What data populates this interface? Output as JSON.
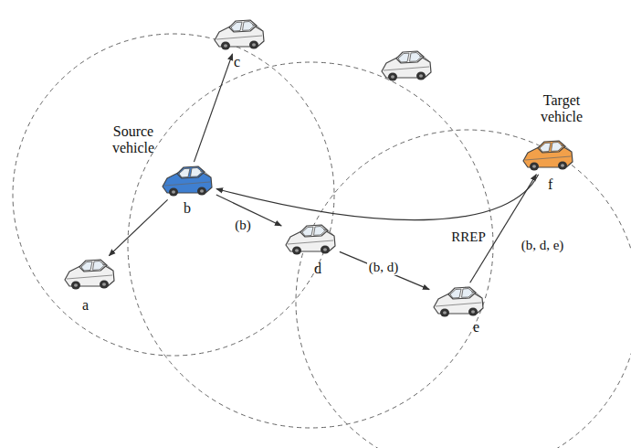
{
  "diagram": {
    "nodes": [
      {
        "text": [
          "Source vehicle",
          "b"
        ]
      },
      {
        "text": [
          "c"
        ]
      },
      {
        "text": [
          "a"
        ]
      },
      {
        "text": [
          "d"
        ]
      },
      {
        "text": [
          "e"
        ]
      },
      {
        "text": [
          "Target vehicle",
          "f"
        ]
      }
    ],
    "edges": [
      {
        "from": 0,
        "to": 1,
        "arrow": "to"
      },
      {
        "from": 0,
        "to": 2,
        "arrow": "to"
      },
      {
        "from": 0,
        "to": 3,
        "arrow": "to",
        "label": "(b)"
      },
      {
        "from": 3,
        "to": 4,
        "arrow": "to",
        "label": "(b, d)"
      },
      {
        "from": 4,
        "to": 5,
        "arrow": "to",
        "label": "(b, d, e)"
      },
      {
        "from": 5,
        "to": 0,
        "arrow": "to",
        "label": "RREP"
      }
    ]
  }
}
